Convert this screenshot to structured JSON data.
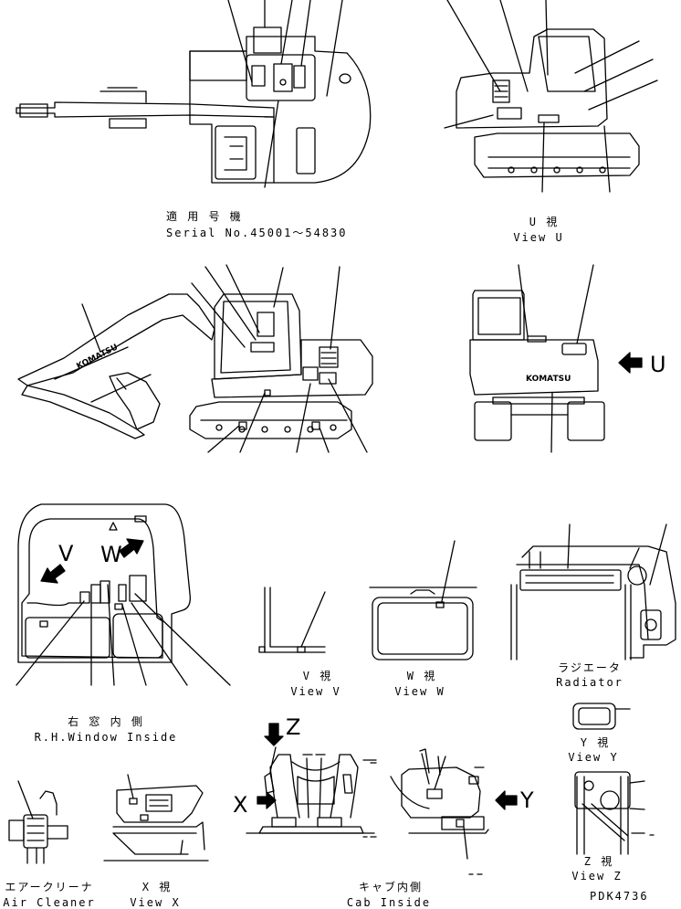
{
  "serial": {
    "jp": "適 用 号 機",
    "en": "Serial No.45001～54830"
  },
  "views": {
    "u": {
      "jp": "U  視",
      "en": "View U"
    },
    "v": {
      "jp": "V  視",
      "en": "View V"
    },
    "w": {
      "jp": "W  視",
      "en": "View W"
    },
    "y": {
      "jp": "Y  視",
      "en": "View Y"
    },
    "z": {
      "jp": "Z  視",
      "en": "View Z"
    },
    "x": {
      "jp": "X  視",
      "en": "View X"
    }
  },
  "sections": {
    "radiator": {
      "jp": "ラジエータ",
      "en": "Radiator"
    },
    "window": {
      "jp": "右 窓 内 側",
      "en": "R.H.Window Inside"
    },
    "air_cleaner": {
      "jp": "エアークリーナ",
      "en": "Air Cleaner"
    },
    "cab_inside": {
      "jp": "キャブ内側",
      "en": "Cab Inside"
    }
  },
  "arrows": {
    "u": "U",
    "v": "V",
    "w": "W",
    "z": "Z",
    "x": "X",
    "y": "Y"
  },
  "brand": "KOMATSU",
  "doc_code": "PDK4736"
}
